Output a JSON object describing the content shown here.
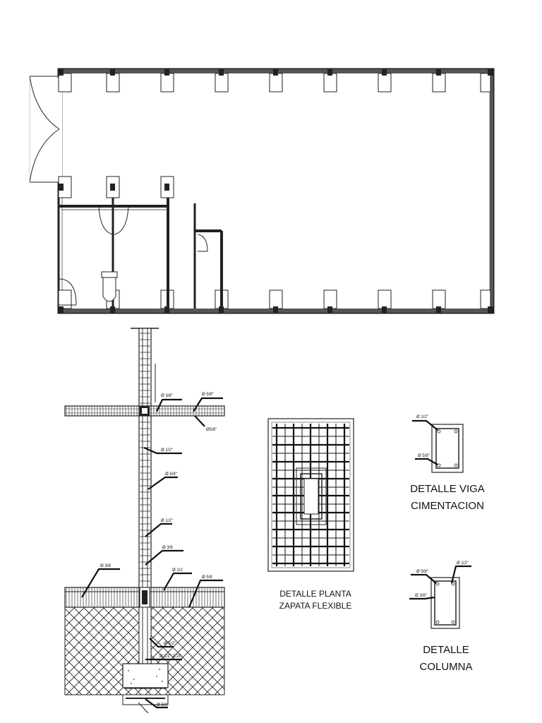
{
  "labels": {
    "zapata_line1": "DETALLE PLANTA",
    "zapata_line2": "ZAPATA FLEXIBLE",
    "viga_line1": "DETALLE VIGA",
    "viga_line2": "CIMENTACION",
    "columna_line1": "DETALLE",
    "columna_line2": "COLUMNA"
  },
  "annotations": {
    "viga_top": "Ø 1/2\"",
    "viga_bottom": "Ø 5/8\"",
    "col_top_left": "Ø 5/8\"",
    "col_top_right": "Ø 1/2\"",
    "col_mid": "Ø 3/8\"",
    "sec_a": "Ø 3/8\"",
    "sec_b": "Ø 5/8\"",
    "sec_c": "Ø5/8\"",
    "sec_d": "Ø 1/2\"",
    "sec_e": "Ø 5/8\"",
    "sec_f": "Ø 1/2\"",
    "sec_g": "Ø 3/8",
    "sec_h": "Ø 3/8",
    "sec_i": "Ø 1/2",
    "sec_j": "Ø 5/8",
    "sec_k": "Ø 1/2\"",
    "sec_l": "Ø 1/2\" C/20",
    "sec_m": "Ø 5/8\""
  }
}
